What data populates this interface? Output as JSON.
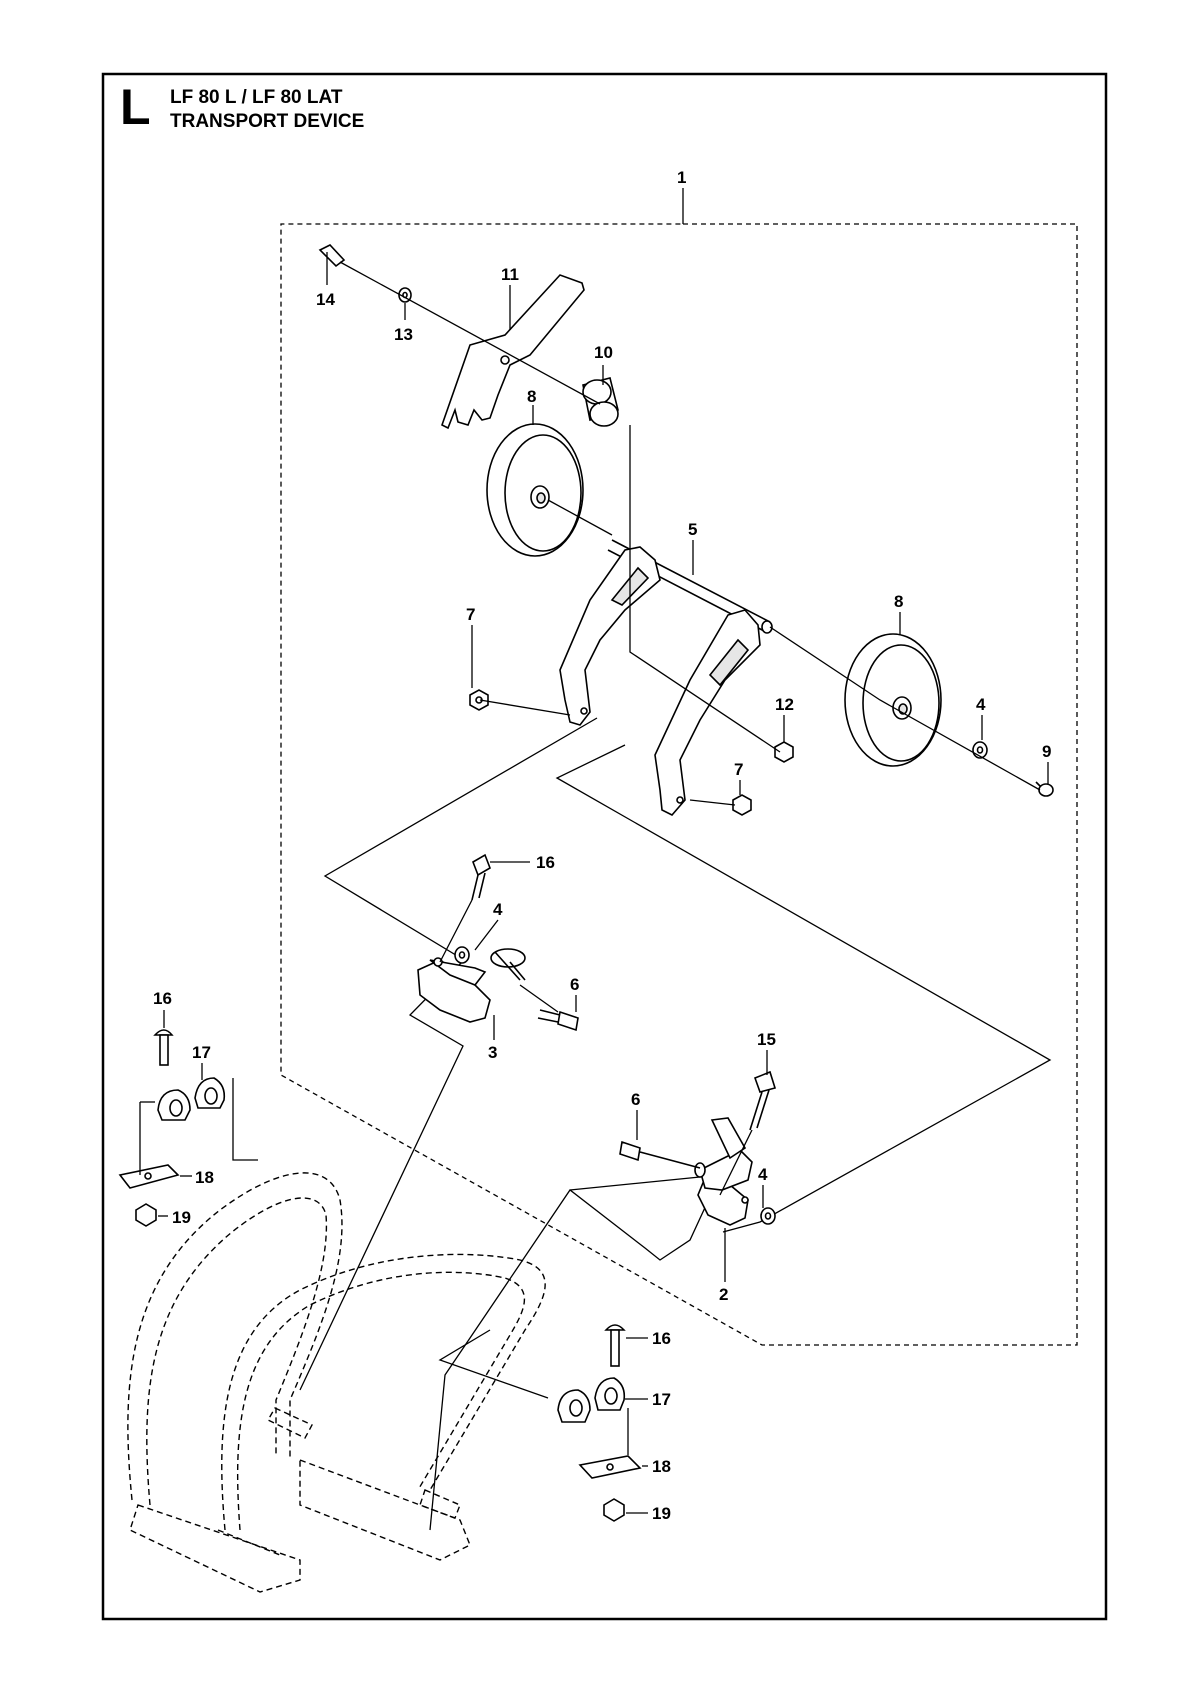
{
  "header": {
    "page_letter": "L",
    "model": "LF 80 L / LF 80 LAT",
    "section": "TRANSPORT DEVICE"
  },
  "callouts": {
    "c1": "1",
    "c2": "2",
    "c3": "3",
    "c4a": "4",
    "c4b": "4",
    "c4c": "4",
    "c5": "5",
    "c6a": "6",
    "c6b": "6",
    "c7a": "7",
    "c7b": "7",
    "c8a": "8",
    "c8b": "8",
    "c9": "9",
    "c10": "10",
    "c11": "11",
    "c12": "12",
    "c13": "13",
    "c14": "14",
    "c15": "15",
    "c16a": "16",
    "c16b": "16",
    "c16c": "16",
    "c17a": "17",
    "c17b": "17",
    "c18a": "18",
    "c18b": "18",
    "c19a": "19",
    "c19b": "19"
  }
}
